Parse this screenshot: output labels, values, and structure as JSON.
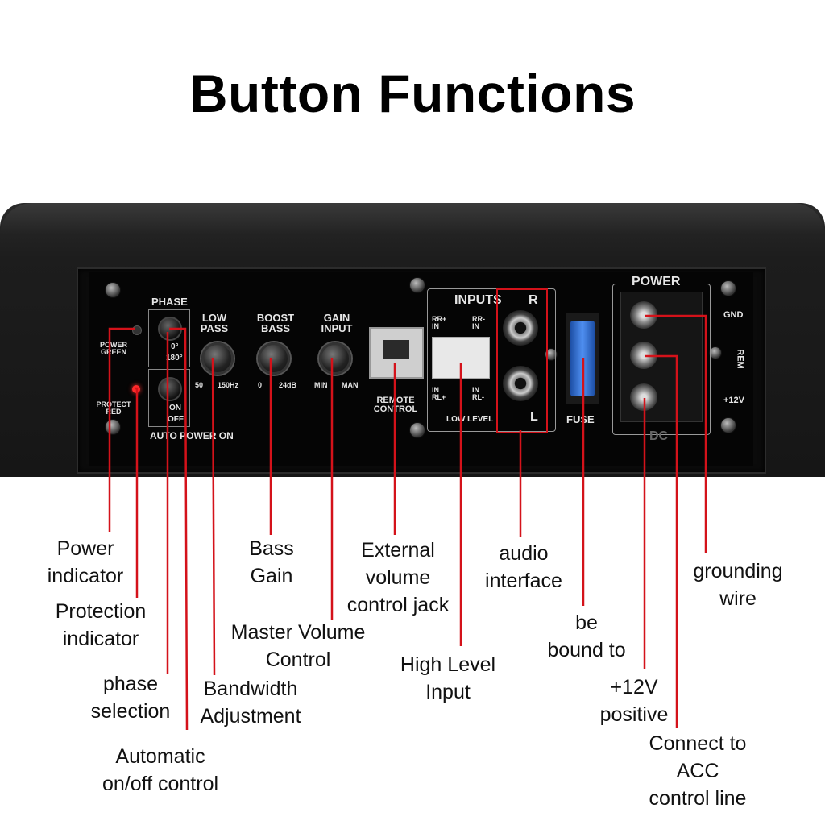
{
  "title": "Button Functions",
  "panel": {
    "phase": "PHASE",
    "phase_0": "0°",
    "phase_180": "180°",
    "power_green": [
      "POWER",
      "GREEN"
    ],
    "protect_red": [
      "PROTECT",
      "RED"
    ],
    "auto_on": "ON",
    "auto_off": "OFF",
    "auto_power_on": "AUTO POWER ON",
    "low_pass": [
      "LOW",
      "PASS"
    ],
    "low_pass_min": "50",
    "low_pass_max": "150Hz",
    "boost_bass": [
      "BOOST",
      "BASS"
    ],
    "boost_min": "0",
    "boost_max": "24dB",
    "gain_input": [
      "GAIN",
      "INPUT"
    ],
    "gain_min": "MIN",
    "gain_max": "MAN",
    "remote_control": [
      "REMOTE",
      "CONTROL"
    ],
    "inputs": "INPUTS",
    "inputs_r": "R",
    "inputs_l": "L",
    "rr_plus_in": [
      "RR+",
      "IN"
    ],
    "rr_minus_in": [
      "RR-",
      "IN"
    ],
    "in_rl_plus": [
      "IN",
      "RL+"
    ],
    "in_rl_minus": [
      "IN",
      "RL-"
    ],
    "low_level": "LOW   LEVEL",
    "fuse": "FUSE",
    "power": "POWER",
    "gnd": "GND",
    "rem": "REM",
    "plus12v": "+12V",
    "dc": "DC"
  },
  "callouts": {
    "power_indicator": [
      "Power",
      "indicator"
    ],
    "protection_indicator": [
      "Protection",
      "indicator"
    ],
    "phase_selection": [
      "phase",
      "selection"
    ],
    "automatic_control": [
      "Automatic",
      "on/off control"
    ],
    "bass_gain": [
      "Bass",
      "Gain"
    ],
    "master_volume": [
      "Master Volume",
      "Control"
    ],
    "bandwidth": [
      "Bandwidth",
      "Adjustment"
    ],
    "external_volume": [
      "External",
      "volume",
      "control jack"
    ],
    "high_level_input": [
      "High Level",
      "Input"
    ],
    "audio_interface": [
      "audio",
      "interface"
    ],
    "be_bound_to": [
      "be",
      "bound to"
    ],
    "plus12v_positive": [
      "+12V",
      "positive"
    ],
    "connect_acc": [
      "Connect to",
      "ACC",
      "control line"
    ],
    "grounding_wire": [
      "grounding",
      "wire"
    ]
  },
  "colors": {
    "callout_line": "#d4121a",
    "panel_text": "#e6e6e6",
    "power_led": "#2a2a2a",
    "protect_led": "#ff2a2a",
    "fuse": "#2a6fd6"
  }
}
